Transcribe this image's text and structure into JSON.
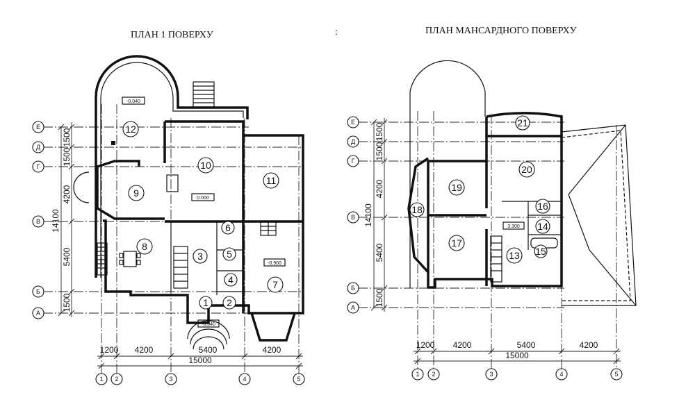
{
  "titles": {
    "plan1": "ПЛАН 1 ПОВЕРХУ",
    "plan2": "ПЛАН МАНСАРДНОГО ПОВЕРХУ"
  },
  "separator": ":",
  "axes_letters": [
    "Е",
    "Д",
    "Г",
    "В",
    "Б",
    "А"
  ],
  "axes_numbers": [
    "1",
    "2",
    "3",
    "4",
    "5"
  ],
  "vertical_dims": [
    "1500",
    "1500",
    "4200",
    "5400",
    "1500"
  ],
  "vertical_total": "14100",
  "horizontal_dims": [
    "1200",
    "4200",
    "5400",
    "4200"
  ],
  "horizontal_total": "15000",
  "rooms1": [
    "1",
    "2",
    "3",
    "4",
    "5",
    "6",
    "7",
    "8",
    "9",
    "10",
    "11",
    "12"
  ],
  "rooms2": [
    "13",
    "14",
    "15",
    "16",
    "17",
    "18",
    "19",
    "20",
    "21"
  ],
  "levels1": {
    "terrace": "-0.040",
    "living": "0.000",
    "garage": "-0.900",
    "porch": "-0.040"
  },
  "levels2": {
    "attic": "3.300"
  }
}
